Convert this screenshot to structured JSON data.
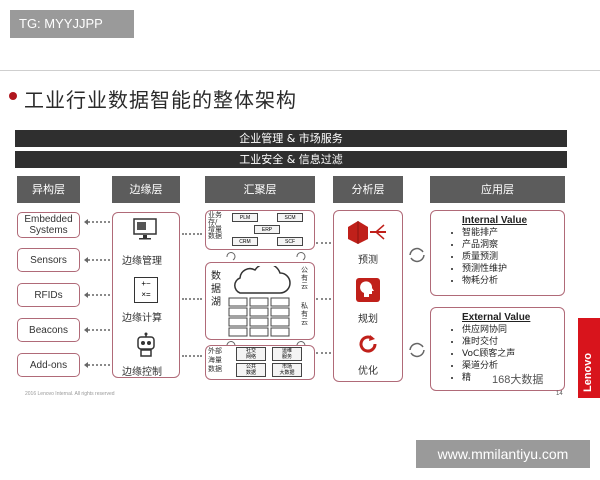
{
  "overlay": {
    "top_tag": "TG: MYYJJPP",
    "bottom_tag": "www.mmilantiyu.com"
  },
  "slide": {
    "title": "工业行业数据智能的整体架构",
    "bar1": "企业管理 & 市场服务",
    "bar2": "工业安全 & 信息过滤",
    "headers": {
      "heterogeneous": "异构层",
      "edge": "边缘层",
      "aggregation": "汇聚层",
      "analysis": "分析层",
      "application": "应用层"
    },
    "devices": [
      "Embedded Systems",
      "Sensors",
      "RFIDs",
      "Beacons",
      "Add-ons"
    ],
    "edge": {
      "manage": "边缘管理",
      "compute": "边缘计算",
      "control": "边缘控制",
      "calc_glyph": "+−\n×="
    },
    "aggregation": {
      "business": "业务\n存/\n增量\n数据",
      "boxes": [
        "PLM",
        "SCM",
        "ERP",
        "CRM",
        "SCF"
      ],
      "lake": "数\n据\n湖",
      "public_cloud": "公\n有\n云",
      "private_cloud": "私\n有\n云",
      "external": "外部\n海量\n数据",
      "ext_boxes": [
        "社交\n网络",
        "运维\n服务",
        "公共\n数据",
        "市场\n大数据"
      ]
    },
    "analysis": {
      "predict": "预测",
      "plan": "规划",
      "optimize": "优化"
    },
    "internal": {
      "title": "Internal Value",
      "items": [
        "智能排产",
        "产品洞察",
        "质量预测",
        "预测性维护",
        "物耗分析"
      ]
    },
    "external": {
      "title": "External Value",
      "items": [
        "供应网协同",
        "准时交付",
        "VoC顾客之声",
        "渠道分析",
        "精"
      ]
    },
    "footer": "2016 Lenovo Internal. All rights reserved",
    "page_num": "14",
    "brand": "Lenovo",
    "watermark": "168大数据",
    "colors": {
      "accent_red": "#d8141c",
      "frame_pink": "#b06a78",
      "bar_dark": "#2f2f2f"
    }
  }
}
